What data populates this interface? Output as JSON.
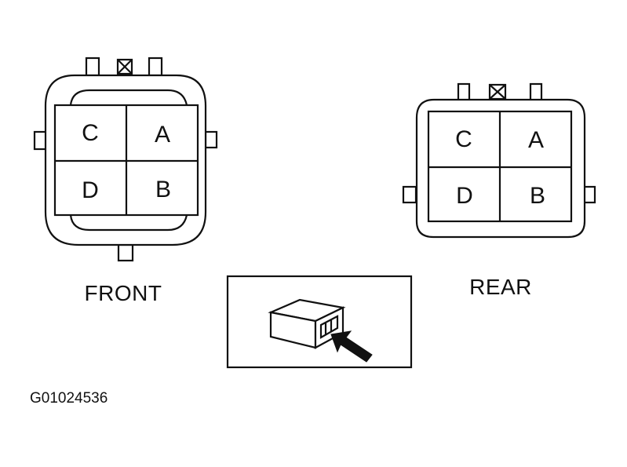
{
  "front": {
    "caption": "FRONT",
    "pins": {
      "top_left": "C",
      "top_right": "A",
      "bottom_left": "D",
      "bottom_right": "B"
    }
  },
  "rear": {
    "caption": "REAR",
    "pins": {
      "top_left": "C",
      "top_right": "A",
      "bottom_left": "D",
      "bottom_right": "B"
    }
  },
  "figure_code": "G01024536"
}
